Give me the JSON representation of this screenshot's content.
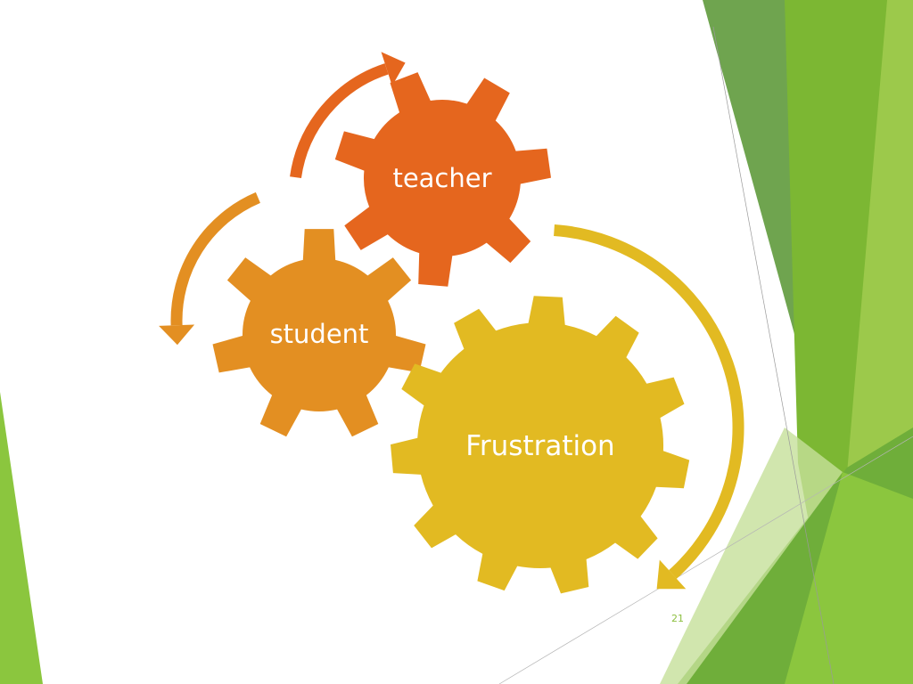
{
  "slide": {
    "page_number": "21"
  },
  "gears": {
    "teacher": {
      "label": "teacher",
      "color": "#e5661e"
    },
    "student": {
      "label": "student",
      "color": "#e38f22"
    },
    "frustration": {
      "label": "Frustration",
      "color": "#e2ba22"
    }
  },
  "colors": {
    "arrow_teacher": "#e5661e",
    "arrow_student": "#e38f22",
    "arrow_frustration": "#e2ba22",
    "theme_green_dark": "#5f9a3c",
    "theme_green": "#7cb733",
    "theme_green_light": "#9cc94b",
    "theme_green_pale": "#c6e09a",
    "page_number": "#8cbf3f"
  }
}
